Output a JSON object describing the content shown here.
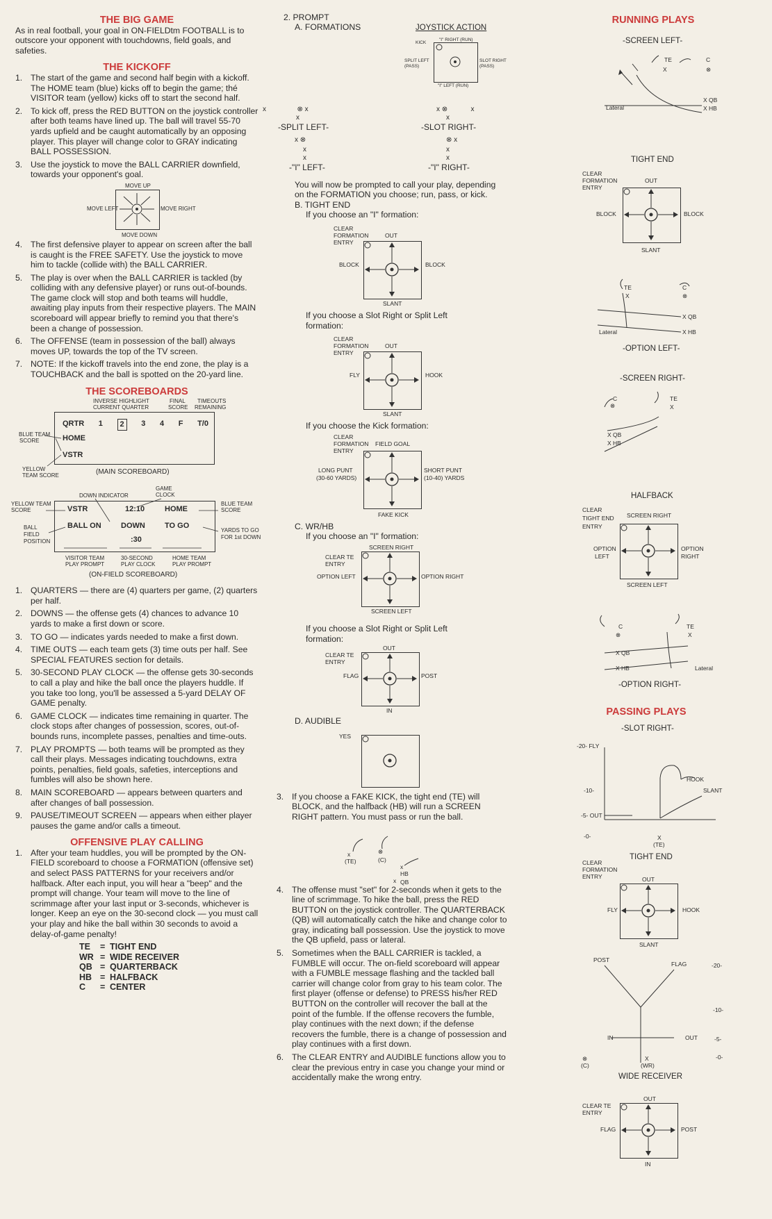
{
  "col1": {
    "big_game": {
      "heading": "THE BIG GAME",
      "text": "As in real football, your goal in ON-FIELDtm FOOTBALL is to outscore your opponent with touchdowns, field goals, and safeties."
    },
    "kickoff": {
      "heading": "THE KICKOFF",
      "items": [
        "The start of the game and second half begin with a kickoff. The HOME team (blue) kicks off to begin the game; thé VISITOR team (yellow) kicks off to start the second half.",
        "To kick off, press the RED BUTTON on the joystick controller after both teams have lined up. The ball will travel 55-70 yards upfield and be caught automatically by an opposing player. This player will change color to GRAY indicating BALL POSSESSION.",
        "Use the joystick to move the BALL CARRIER downfield, towards your opponent's goal."
      ],
      "joystick_labels": {
        "up": "MOVE UP",
        "left": "MOVE LEFT",
        "right": "MOVE RIGHT",
        "down": "MOVE DOWN"
      },
      "items2": [
        "The first defensive player to appear on screen after the ball is caught is the FREE SAFETY. Use the joystick to move him to tackle (collide with) the BALL CARRIER.",
        "The play is over when the BALL CARRIER is tackled (by colliding with any defensive player) or runs out-of-bounds. The game clock will stop and both teams will huddle, awaiting play inputs from their respective players. The MAIN scoreboard will appear briefly to remind you that there's been a change of possession.",
        "The OFFENSE (team in possession of the ball) always moves UP, towards the top of the TV screen.",
        "NOTE: If the kickoff travels into the end zone, the play is a TOUCHBACK and the ball is spotted on the 20-yard line."
      ]
    },
    "scoreboards": {
      "heading": "THE SCOREBOARDS",
      "main_labels": {
        "inverse": "INVERSE HIGHLIGHT",
        "current": "CURRENT QUARTER",
        "final": "FINAL",
        "final2": "SCORE",
        "timeouts": "TIMEOUTS",
        "timeouts2": "REMAINING",
        "blue": "BLUE TEAM",
        "blue2": "SCORE",
        "yellow": "YELLOW",
        "yellow2": "TEAM SCORE"
      },
      "main_row": [
        "QRTR",
        "1",
        "2",
        "3",
        "4",
        "F",
        "T/0"
      ],
      "main_home": "HOME",
      "main_vstr": "VSTR",
      "main_caption": "(MAIN SCOREBOARD)",
      "field_labels": {
        "down": "DOWN INDICATOR",
        "game": "GAME",
        "clock": "CLOCK",
        "yellow": "YELLOW TEAM",
        "yscore": "SCORE",
        "blue": "BLUE TEAM",
        "bscore": "SCORE",
        "ball": "BALL",
        "field": "FIELD",
        "pos": "POSITION",
        "yards": "YARDS TO GO",
        "first": "FOR 1st DOWN",
        "visitor": "VISITOR TEAM",
        "vprompt": "PLAY PROMPT",
        "thirty": "30-SECOND",
        "pclock": "PLAY CLOCK",
        "home": "HOME TEAM",
        "hprompt": "PLAY PROMPT"
      },
      "field_row1": [
        "VSTR",
        "12:10",
        "HOME"
      ],
      "field_row2": [
        "BALL ON",
        "DOWN",
        "TO GO"
      ],
      "field_clock": ":30",
      "field_caption": "(ON-FIELD SCOREBOARD)",
      "items": [
        "QUARTERS — there are (4) quarters per game, (2) quarters per half.",
        "DOWNS — the offense gets (4) chances to advance 10 yards to make a first down or score.",
        "TO GO — indicates yards needed to make a first down.",
        "TIME OUTS — each team gets (3) time outs per half. See SPECIAL FEATURES section for details.",
        "30-SECOND PLAY CLOCK — the offense gets 30-seconds to call a play and hike the ball once the players huddle. If you take too long, you'll be assessed a 5-yard DELAY OF GAME penalty.",
        "GAME CLOCK — indicates time remaining in quarter. The clock stops after changes of possession, scores, out-of-bounds runs, incomplete passes, penalties and time-outs.",
        "PLAY PROMPTS — both teams will be prompted as they call their plays. Messages indicating touchdowns, extra points, penalties, field goals, safeties, interceptions and fumbles will also be shown here.",
        "MAIN SCOREBOARD — appears between quarters and after changes of ball possession.",
        "PAUSE/TIMEOUT SCREEN — appears when either player pauses the game and/or calls a timeout."
      ]
    },
    "offensive": {
      "heading": "OFFENSIVE PLAY CALLING",
      "item": "After your team huddles, you will be prompted by the ON-FIELD scoreboard to choose a FORMATION (offensive set) and select PASS PATTERNS for your receivers and/or halfback. After each input, you will hear a \"beep\" and the prompt will change. Your team will move to the line of scrimmage after your last input or 3-seconds, whichever is longer. Keep an eye on the 30-second clock — you must call your play and hike the ball within 30 seconds to avoid a delay-of-game penalty!",
      "abbr": [
        [
          "TE",
          "=",
          "TIGHT END"
        ],
        [
          "WR",
          "=",
          "WIDE RECEIVER"
        ],
        [
          "QB",
          "=",
          "QUARTERBACK"
        ],
        [
          "HB",
          "=",
          "HALFBACK"
        ],
        [
          "C",
          "=",
          "CENTER"
        ]
      ]
    }
  },
  "col2": {
    "prompt": "2. PROMPT",
    "formations": "A. FORMATIONS",
    "joystick_action": "JOYSTICK   ACTION",
    "form_box": {
      "kick": "KICK",
      "i_right": "\"I\" RIGHT  (RUN)",
      "split_left": "SPLIT LEFT",
      "pass": "(PASS)",
      "slot_right": "SLOT RIGHT",
      "pass2": "(PASS)",
      "i_left": "\"I\" LEFT  (RUN)"
    },
    "form_names": [
      "-SPLIT LEFT-",
      "-SLOT RIGHT-",
      "-\"I\" LEFT-",
      "-\"I\" RIGHT-"
    ],
    "call_text": "You will now be prompted to call your play, depending on the FORMATION you choose; run, pass, or kick.",
    "tight_end": "B. TIGHT END",
    "te_i": "If you choose an \"I\" formation:",
    "te_slot": "If you choose a Slot Right or Split Left formation:",
    "te_kick": "If you choose the Kick formation:",
    "wrhb": "C. WR/HB",
    "wr_i": "If you choose an \"I\" formation:",
    "wr_slot": "If you choose a Slot Right or Split Left formation:",
    "audible": "D. AUDIBLE",
    "diag1": {
      "clear": "CLEAR",
      "form": "FORMATION",
      "entry": "ENTRY",
      "top": "OUT",
      "left": "BLOCK",
      "right": "BLOCK",
      "bottom": "SLANT"
    },
    "diag2": {
      "clear": "CLEAR",
      "form": "FORMATION",
      "entry": "ENTRY",
      "top": "OUT",
      "left": "FLY",
      "right": "HOOK",
      "bottom": "SLANT"
    },
    "diag3": {
      "clear": "CLEAR",
      "form": "FORMATION",
      "entry": "ENTRY",
      "top": "FIELD GOAL",
      "left": "LONG PUNT",
      "left2": "(30-60 YARDS)",
      "right": "SHORT PUNT",
      "right2": "(10-40) YARDS",
      "bottom": "FAKE KICK"
    },
    "diag4": {
      "clear": "CLEAR TE",
      "entry": "ENTRY",
      "top": "SCREEN RIGHT",
      "left": "OPTION LEFT",
      "right": "OPTION RIGHT",
      "bottom": "SCREEN LEFT"
    },
    "diag5": {
      "clear": "CLEAR TE",
      "entry": "ENTRY",
      "top": "OUT",
      "left": "FLAG",
      "right": "POST",
      "bottom": "IN"
    },
    "diag6": {
      "yes": "YES"
    },
    "fake_kick_item": "If you choose a FAKE KICK, the tight end (TE) will BLOCK, and the halfback (HB) will run a SCREEN RIGHT pattern. You must pass or run the ball.",
    "fk_labels": {
      "te": "(TE)",
      "c": "(C)",
      "hb": "HB",
      "qb": "QB"
    },
    "items": [
      "The offense must \"set\" for 2-seconds when it gets to the line of scrimmage. To hike the ball, press the RED BUTTON on the joystick controller. The QUARTERBACK (QB) will automatically catch the hike and change color to gray, indicating ball possession. Use the joystick to move the QB upfield, pass or lateral.",
      "Sometimes when the BALL CARRIER is tackled, a FUMBLE will occur. The on-field scoreboard will appear with a FUMBLE message flashing and the tackled ball carrier will change color from gray to his team color. The first player (offense or defense) to PRESS his/her RED BUTTON on the controller will recover the ball at the point of the fumble. If the offense recovers the fumble, play continues with the next down; if the defense recovers the fumble, there is a change of possession and play continues with a first down.",
      "The CLEAR ENTRY and AUDIBLE functions allow you to clear the previous entry in case you change your mind or accidentally make the wrong entry."
    ]
  },
  "col3": {
    "running": "RUNNING PLAYS",
    "screen_left": "-SCREEN LEFT-",
    "tight_end": "TIGHT END",
    "option_left": "-OPTION LEFT-",
    "screen_right": "-SCREEN RIGHT-",
    "halfback": "HALFBACK",
    "option_right": "-OPTION RIGHT-",
    "passing": "PASSING PLAYS",
    "slot_right": "-SLOT RIGHT-",
    "tight_end2": "TIGHT END",
    "wide_receiver": "WIDE RECEIVER",
    "pl": {
      "te": "TE",
      "c": "C",
      "x": "X",
      "qb": "X QB",
      "hb": "X HB",
      "lateral": "Lateral",
      "xqb": "X QB",
      "xhb": "X HB"
    },
    "rdiag1": {
      "clear": "CLEAR",
      "form": "FORMATION",
      "entry": "ENTRY",
      "top": "OUT",
      "left": "BLOCK",
      "right": "BLOCK",
      "bottom": "SLANT"
    },
    "rdiag2": {
      "clear": "CLEAR",
      "form": "TIGHT END",
      "entry": "ENTRY",
      "top": "SCREEN RIGHT",
      "left": "OPTION",
      "left2": "LEFT",
      "right": "OPTION",
      "right2": "RIGHT",
      "bottom": "SCREEN LEFT"
    },
    "pdiag1": {
      "clear": "CLEAR",
      "form": "FORMATION",
      "entry": "ENTRY",
      "top": "OUT",
      "left": "FLY",
      "right": "HOOK",
      "bottom": "SLANT"
    },
    "pdiag2": {
      "clear": "CLEAR TE",
      "entry": "ENTRY",
      "top": "OUT",
      "left": "FLAG",
      "right": "POST",
      "bottom": "IN"
    },
    "slot_labels": {
      "fly": "-20- FLY",
      "ten": "-10-",
      "five": "-5- OUT",
      "zero": "-0-",
      "hook": "HOOK",
      "slant": "SLANT",
      "x": "X",
      "te": "(TE)"
    },
    "wr_labels": {
      "post": "POST",
      "flag": "FLAG",
      "m20": "-20-",
      "m10": "-10-",
      "in": "IN",
      "out": "OUT",
      "m5": "-5-",
      "m0": "-0-",
      "c": "(C)",
      "wr": "(WR)"
    }
  }
}
